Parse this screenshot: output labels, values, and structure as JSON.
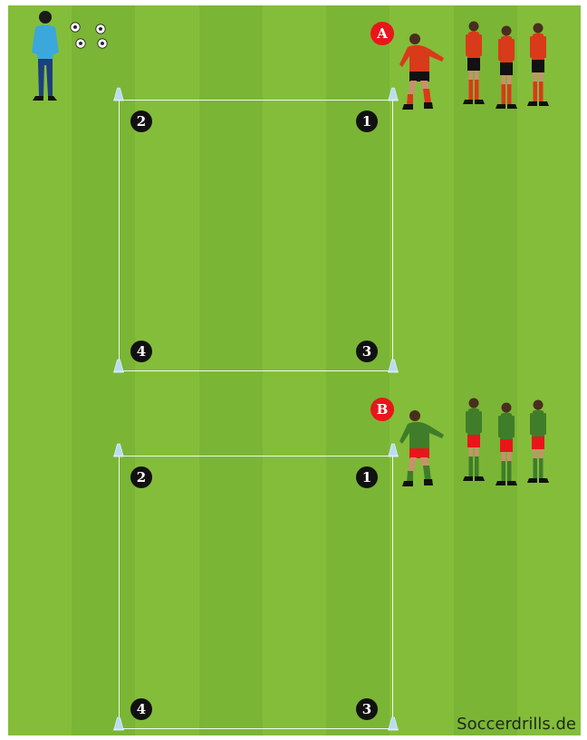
{
  "diagram": {
    "squares": [
      {
        "id": "top-square",
        "markers": [
          "1",
          "2",
          "3",
          "4"
        ],
        "group_label": "A",
        "group_name": "group-a",
        "kit": {
          "shirt": "#d93a1a",
          "shorts": "#111111",
          "socks": "#d93a1a"
        }
      },
      {
        "id": "bottom-square",
        "markers": [
          "1",
          "2",
          "3",
          "4"
        ],
        "group_label": "B",
        "group_name": "group-b",
        "kit": {
          "shirt": "#3f7d2a",
          "shorts": "#e8161b",
          "socks": "#3f7d2a"
        }
      }
    ],
    "coach": {
      "shirt": "#3ba8dc",
      "pants": "#1d3f80"
    },
    "balls_count": 4,
    "pitch_colors": {
      "light": "#84bd3a",
      "dark": "#7bb535",
      "lines": "#f2f8ee"
    },
    "cone_color": "#b9dcf2",
    "watermark": "Soccerdrills.de"
  }
}
